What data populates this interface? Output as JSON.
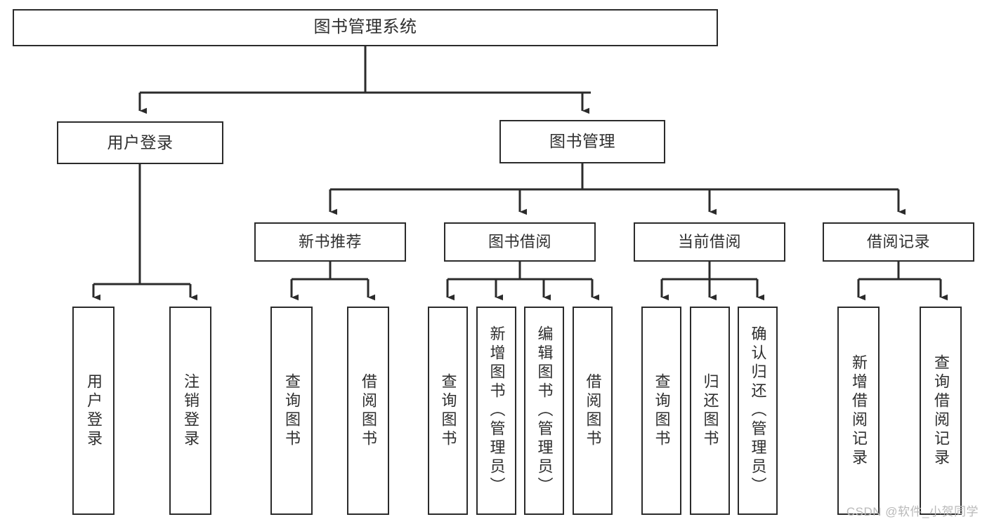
{
  "diagram": {
    "title": "图书管理系统",
    "type": "tree-hierarchy",
    "watermark": "CSDN @软件_小贺同学",
    "colors": {
      "stroke": "#2b2b2b",
      "box_fill": "#ffffff",
      "text": "#2f2f2f",
      "background": "#ffffff",
      "watermark": "#b9b9b9"
    },
    "root": {
      "label": "图书管理系统"
    },
    "level1": [
      {
        "label": "用户登录"
      },
      {
        "label": "图书管理"
      }
    ],
    "level2": [
      {
        "label": "新书推荐"
      },
      {
        "label": "图书借阅"
      },
      {
        "label": "当前借阅"
      },
      {
        "label": "借阅记录"
      }
    ],
    "leaves": {
      "user_login": [
        {
          "label": "用户登录"
        },
        {
          "label": "注销登录"
        }
      ],
      "new_book_recommend": [
        {
          "label": "查询图书"
        },
        {
          "label": "借阅图书"
        }
      ],
      "book_borrow": [
        {
          "label": "查询图书"
        },
        {
          "label": "新增图书（管理员）"
        },
        {
          "label": "编辑图书（管理员）"
        },
        {
          "label": "借阅图书"
        }
      ],
      "current_borrow": [
        {
          "label": "查询图书"
        },
        {
          "label": "归还图书"
        },
        {
          "label": "确认归还（管理员）"
        }
      ],
      "borrow_record": [
        {
          "label": "新增借阅记录"
        },
        {
          "label": "查询借阅记录"
        }
      ]
    }
  }
}
